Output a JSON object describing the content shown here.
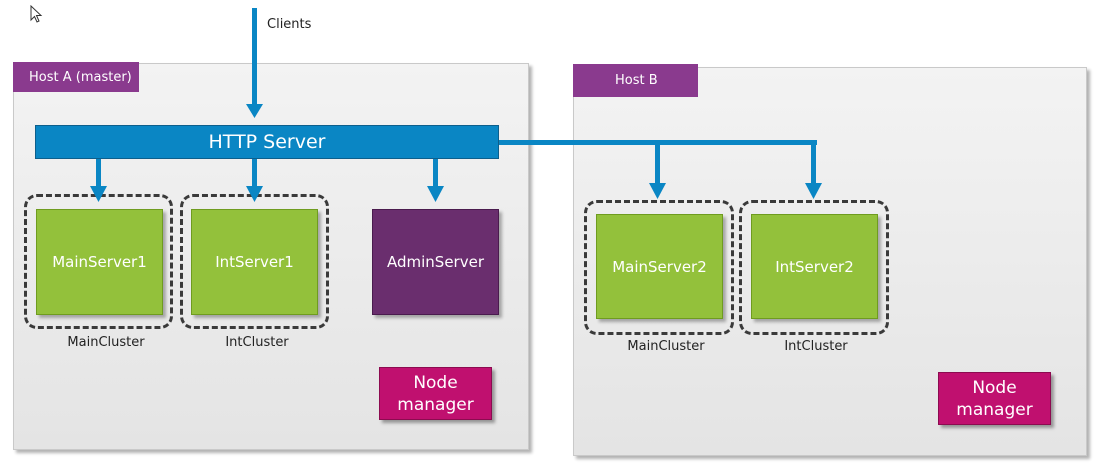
{
  "clients_label": "Clients",
  "http_server": {
    "label": "HTTP Server"
  },
  "host_a": {
    "label": "Host A (master)",
    "servers": [
      {
        "label": "MainServer1",
        "cluster": "MainCluster"
      },
      {
        "label": "IntServer1",
        "cluster": "IntCluster"
      }
    ],
    "admin_server": "AdminServer",
    "node_manager": {
      "line1": "Node",
      "line2": "manager"
    }
  },
  "host_b": {
    "label": "Host B",
    "servers": [
      {
        "label": "MainServer2",
        "cluster": "MainCluster"
      },
      {
        "label": "IntServer2",
        "cluster": "IntCluster"
      }
    ],
    "node_manager": {
      "line1": "Node",
      "line2": "manager"
    }
  },
  "colors": {
    "arrow": "#0a86c4",
    "http_server": "#0a86c4",
    "managed_server": "#93c13b",
    "admin_server": "#6a2e6e",
    "node_manager": "#c0106f",
    "host_label": "#8a3a8e"
  }
}
